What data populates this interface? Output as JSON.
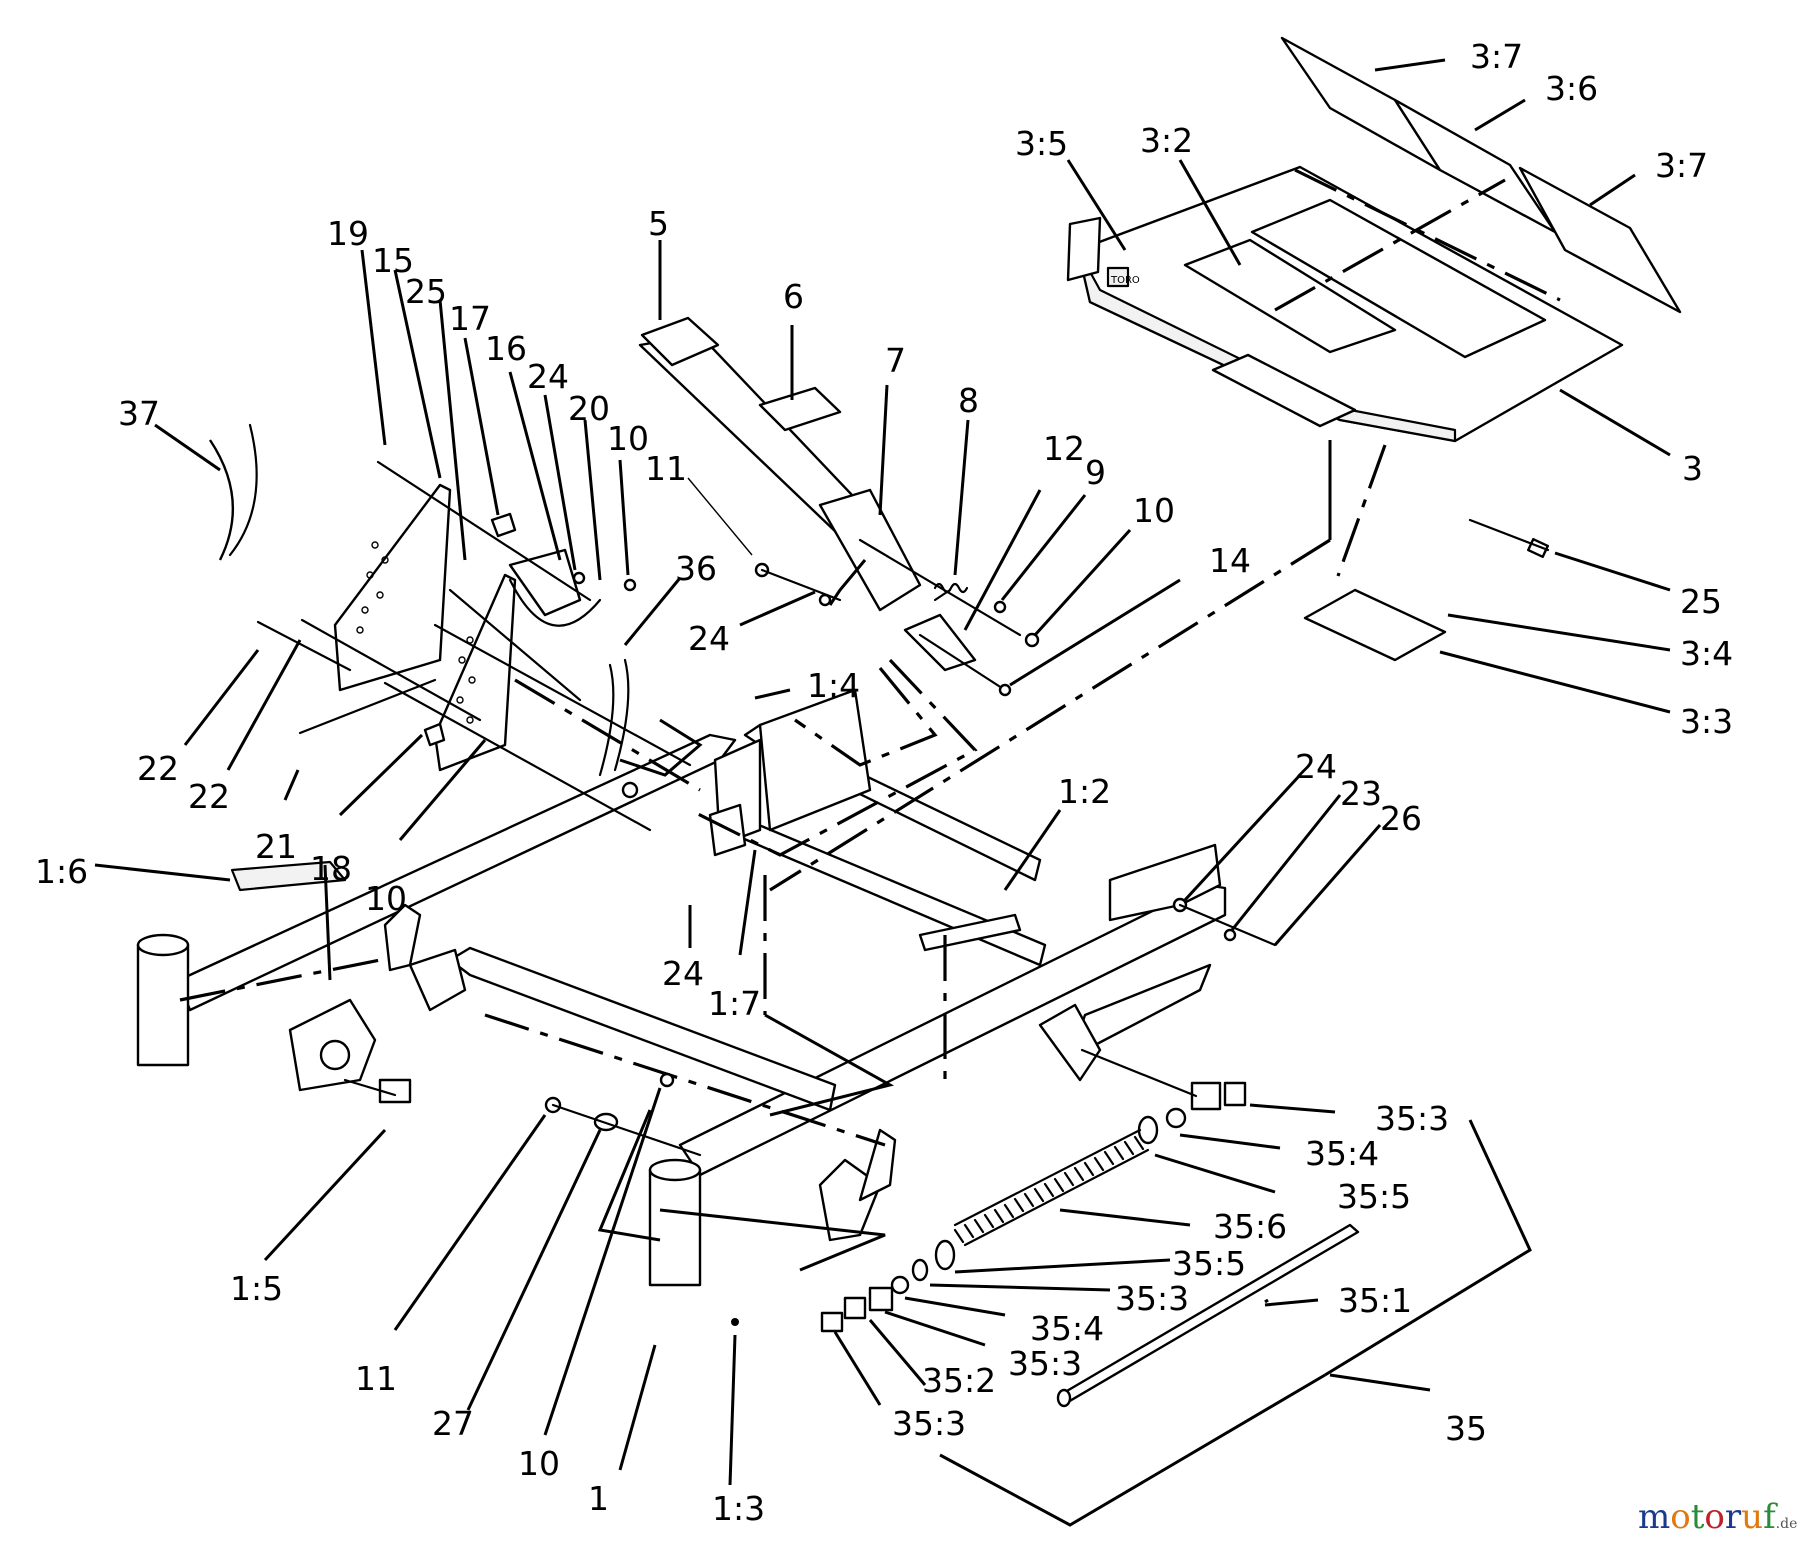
{
  "labels": {
    "l_37_top_a": "3:7",
    "l_36_top": "3:6",
    "l_37_top_b": "3:7",
    "l_35_top": "3:5",
    "l_32": "3:2",
    "l_3": "3",
    "l_25_right": "25",
    "l_34": "3:4",
    "l_33": "3:3",
    "l_5": "5",
    "l_6": "6",
    "l_7": "7",
    "l_8": "8",
    "l_12": "12",
    "l_9": "9",
    "l_10_a": "10",
    "l_14": "14",
    "l_19": "19",
    "l_15": "15",
    "l_25_left": "25",
    "l_17": "17",
    "l_16": "16",
    "l_24_a": "24",
    "l_20": "20",
    "l_10_b": "10",
    "l_11_top": "11",
    "l_36": "36",
    "l_37": "37",
    "l_24_b": "24",
    "l_14_link": "1:4",
    "l_22_a": "22",
    "l_22_b": "22",
    "l_21": "21",
    "l_18": "18",
    "l_10_c": "10",
    "l_16_frame": "1:6",
    "l_12_frame": "1:2",
    "l_24_c": "24",
    "l_23": "23",
    "l_26": "26",
    "l_24_d": "24",
    "l_17_frame": "1:7",
    "l_353_a": "35:3",
    "l_354_a": "35:4",
    "l_355_a": "35:5",
    "l_356": "35:6",
    "l_355_b": "35:5",
    "l_353_b": "35:3",
    "l_354_b": "35:4",
    "l_351": "35:1",
    "l_352": "35:2",
    "l_353_c": "35:3",
    "l_353_d": "35:3",
    "l_35": "35",
    "l_15_frame": "1:5",
    "l_11_bottom": "11",
    "l_27": "27",
    "l_10_d": "10",
    "l_1": "1",
    "l_13_frame": "1:3"
  },
  "watermark": {
    "brand": "motoruf",
    "suffix": ".de",
    "colors": [
      "#1a3a8c",
      "#e07a10",
      "#2a8c3a",
      "#c0202a",
      "#1a3a8c",
      "#e07a10",
      "#2a8c3a"
    ]
  }
}
